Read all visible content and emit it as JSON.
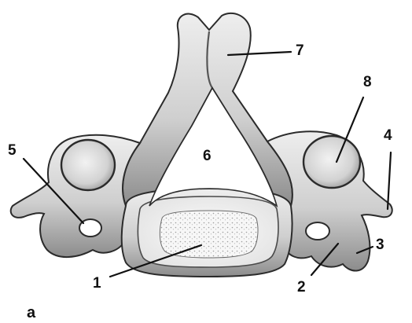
{
  "figure": {
    "panel_label": "a",
    "labels": [
      "1",
      "2",
      "3",
      "4",
      "5",
      "6",
      "7",
      "8"
    ]
  },
  "colors": {
    "bone_fill": "#d9d9d9",
    "bone_shadow": "#7a7a7a",
    "bone_highlight": "#f4f4f4",
    "outline": "#2b2b2b",
    "label_ink": "#111111"
  }
}
